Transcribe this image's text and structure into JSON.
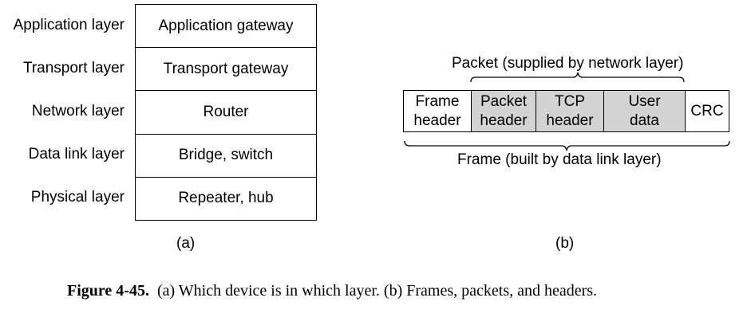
{
  "part_a": {
    "layers": [
      {
        "layer": "Application layer",
        "device": "Application gateway"
      },
      {
        "layer": "Transport layer",
        "device": "Transport gateway"
      },
      {
        "layer": "Network layer",
        "device": "Router"
      },
      {
        "layer": "Data link layer",
        "device": "Bridge, switch"
      },
      {
        "layer": "Physical layer",
        "device": "Repeater, hub"
      }
    ],
    "label": "(a)"
  },
  "part_b": {
    "packet_label": "Packet (supplied by network layer)",
    "frame_label": "Frame (built by data link layer)",
    "fields": [
      {
        "line1": "Frame",
        "line2": "header",
        "shaded": false
      },
      {
        "line1": "Packet",
        "line2": "header",
        "shaded": true
      },
      {
        "line1": "TCP",
        "line2": "header",
        "shaded": true
      },
      {
        "line1": "User",
        "line2": "data",
        "shaded": true
      },
      {
        "line1": "CRC",
        "line2": "",
        "shaded": false
      }
    ],
    "label": "(b)"
  },
  "caption": {
    "number": "Figure 4-45.",
    "text": "(a) Which device is in which layer. (b) Frames, packets, and headers."
  },
  "colors": {
    "shaded_fill": "#d3d3d3",
    "line": "#000000"
  }
}
